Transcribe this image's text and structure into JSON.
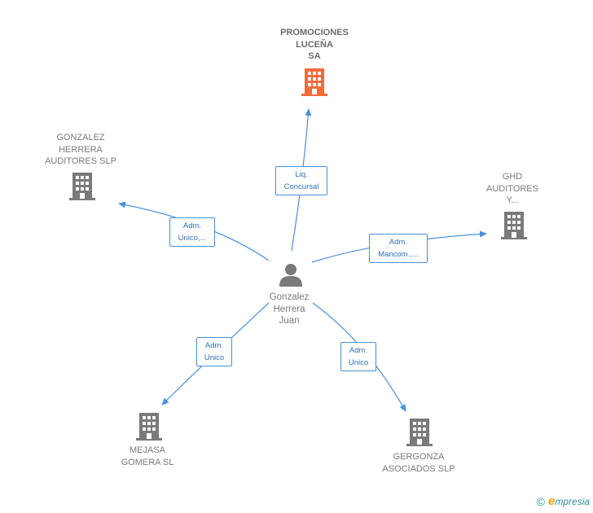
{
  "colors": {
    "edge": "#4a90d9",
    "building_default": "#7a7a7a",
    "building_primary": "#f26b3a",
    "person": "#7a7a7a"
  },
  "center": {
    "icon": "person-icon",
    "lines": [
      "Gonzalez",
      "Herrera",
      "Juan"
    ]
  },
  "nodes": [
    {
      "id": "promociones",
      "icon": "building-icon",
      "primary": true,
      "lines": [
        "PROMOCIONES",
        "LUCEÑA",
        "SA"
      ]
    },
    {
      "id": "gonzalez-herrera",
      "icon": "building-icon",
      "primary": false,
      "lines": [
        "GONZALEZ",
        "HERRERA",
        "AUDITORES SLP"
      ]
    },
    {
      "id": "ghd",
      "icon": "building-icon",
      "primary": false,
      "lines": [
        "GHD",
        "AUDITORES",
        "Y..."
      ]
    },
    {
      "id": "mejasa",
      "icon": "building-icon",
      "primary": false,
      "lines": [
        "MEJASA",
        "GOMERA SL"
      ]
    },
    {
      "id": "gergonza",
      "icon": "building-icon",
      "primary": false,
      "lines": [
        "GERGONZA",
        "ASOCIADOS SLP"
      ]
    }
  ],
  "relations": [
    {
      "to": "promociones",
      "lines": [
        "Liq.",
        "Concursal"
      ]
    },
    {
      "to": "gonzalez-herrera",
      "lines": [
        "Adm.",
        "Unico,..."
      ]
    },
    {
      "to": "ghd",
      "lines": [
        "Adm.",
        "Mancom.,..."
      ]
    },
    {
      "to": "mejasa",
      "lines": [
        "Adm.",
        "Unico"
      ]
    },
    {
      "to": "gergonza",
      "lines": [
        "Adm.",
        "Unico"
      ]
    }
  ],
  "footer": {
    "copyright": "©",
    "brand_initial": "e",
    "brand_rest": "mpresia"
  }
}
